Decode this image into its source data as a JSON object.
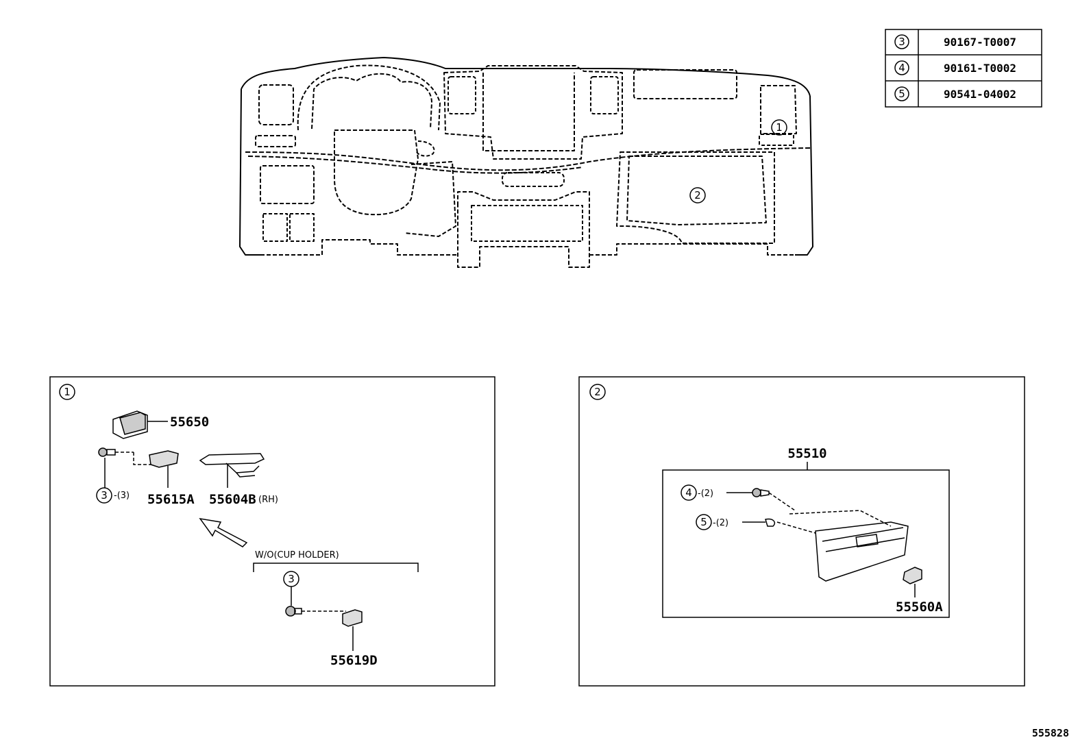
{
  "reference_table": [
    {
      "ref": "3",
      "part_no": "90167-T0007"
    },
    {
      "ref": "4",
      "part_no": "90161-T0002"
    },
    {
      "ref": "5",
      "part_no": "90541-04002"
    }
  ],
  "overview": {
    "callouts": [
      "1",
      "2"
    ]
  },
  "panel_1": {
    "callout": "1",
    "parts": {
      "vent": "55650",
      "bracket_a": "55615A",
      "bracket_b": "55604B",
      "bracket_b_suffix": "(RH)",
      "bracket_d": "55619D"
    },
    "screw_ref": "3",
    "screw_qty": "-(3)",
    "variant_label": "W/O(CUP HOLDER)",
    "variant_screw_ref": "3"
  },
  "panel_2": {
    "callout": "2",
    "assembly": "55510",
    "screw_ref": "4",
    "screw_qty": "-(2)",
    "clip_ref": "5",
    "clip_qty": "-(2)",
    "latch": "55560A"
  },
  "illustration_id": "555828"
}
